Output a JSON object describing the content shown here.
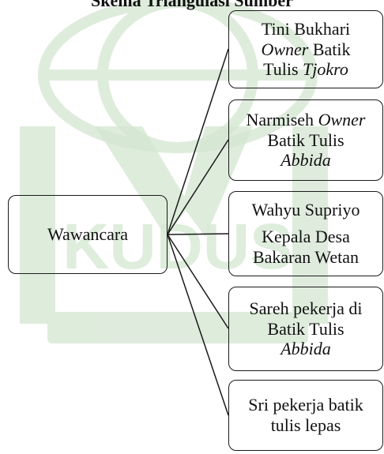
{
  "title": "Skema Triangulasi Sumber",
  "watermark": {
    "text": "KUDUS",
    "color": "#cfe3cc"
  },
  "root": {
    "label": "Wawancara"
  },
  "sources": [
    {
      "lines": [
        "Tini Bukhari",
        "Owner Batik",
        "Tulis Tjokro"
      ]
    },
    {
      "lines": [
        "Narmiseh Owner",
        "Batik Tulis",
        "Abbida"
      ]
    },
    {
      "lines": [
        "Wahyu Supriyo",
        "Kepala Desa",
        "Bakaran Wetan"
      ]
    },
    {
      "lines": [
        "Sareh pekerja di",
        "Batik Tulis",
        "Abbida"
      ]
    },
    {
      "lines": [
        "Sri pekerja batik",
        "tulis lepas"
      ]
    }
  ]
}
